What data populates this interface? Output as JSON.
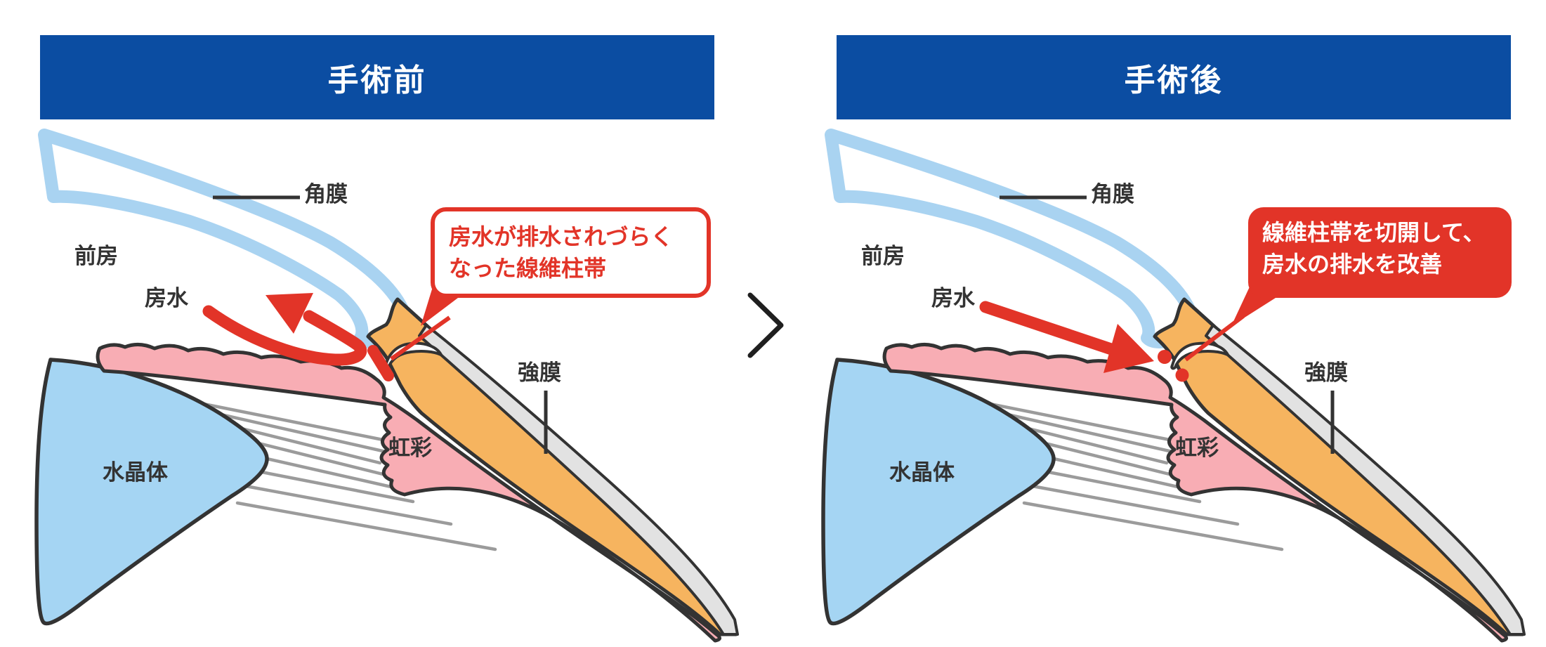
{
  "panels": {
    "before": {
      "title": "手術前",
      "callout": "房水が排水されづらく\nなった線維柱帯"
    },
    "after": {
      "title": "手術後",
      "callout": "線維柱帯を切開して、\n房水の排水を改善"
    }
  },
  "anatomy": {
    "cornea": "角膜",
    "anterior_chamber": "前房",
    "aqueous_humor": "房水",
    "lens": "水晶体",
    "iris": "虹彩",
    "sclera": "強膜"
  },
  "icons": {
    "separator": "right-chevron"
  },
  "colors": {
    "banner_blue": "#0B4DA2",
    "accent_red": "#E23428",
    "cornea_blue": "#A9D3F1",
    "lens_blue": "#A5D5F3",
    "iris_pink": "#F8ADB4",
    "sclera_orange": "#F6B45F",
    "episclera_gray": "#E2E2E2",
    "outline_dark": "#333333",
    "zonule_gray": "#9B9B9B"
  }
}
